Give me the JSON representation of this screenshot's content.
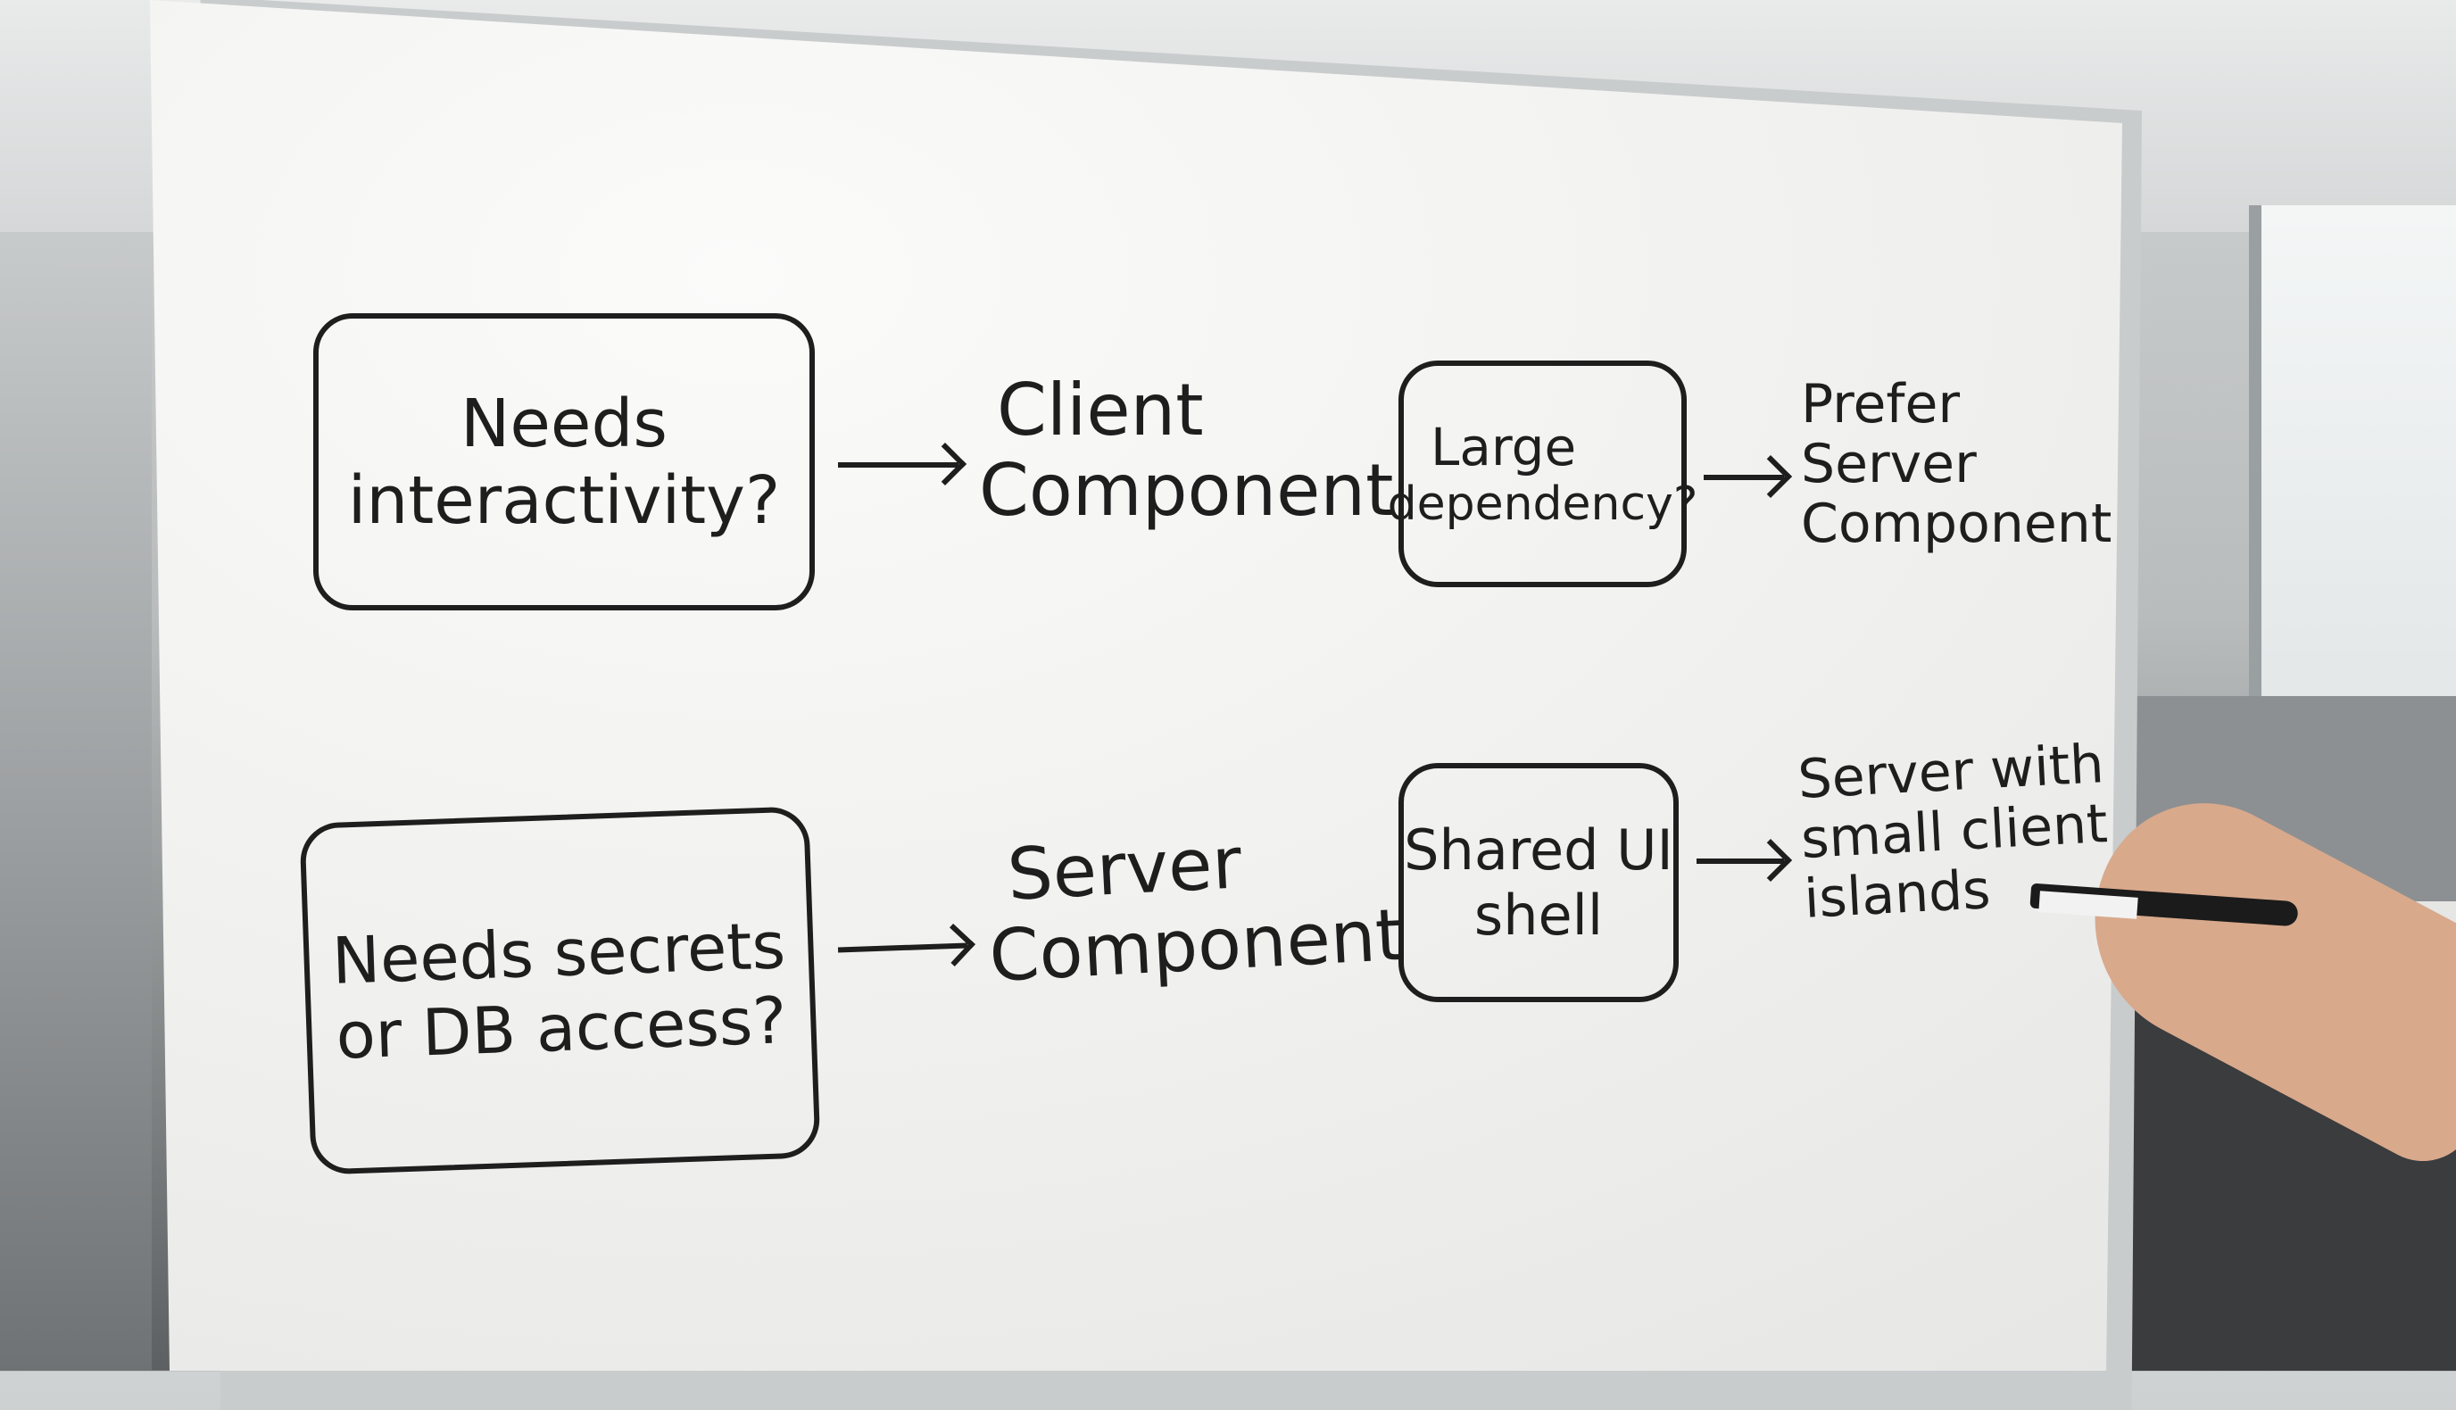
{
  "diagram": {
    "rows": [
      {
        "question": [
          "Needs",
          "interactivity?"
        ],
        "answer": [
          "Client",
          "Component"
        ]
      },
      {
        "question": [
          "Large",
          "dependency?"
        ],
        "answer": [
          "Prefer",
          "Server",
          "Component"
        ]
      },
      {
        "question": [
          "Needs secrets",
          "or DB access?"
        ],
        "answer": [
          "Server",
          "Component"
        ]
      },
      {
        "question": [
          "Shared UI",
          "shell"
        ],
        "answer": [
          "Server with",
          "small client",
          "islands"
        ]
      }
    ],
    "ink_color": "#1e1e1e",
    "board_color": "#f1f1ef"
  }
}
